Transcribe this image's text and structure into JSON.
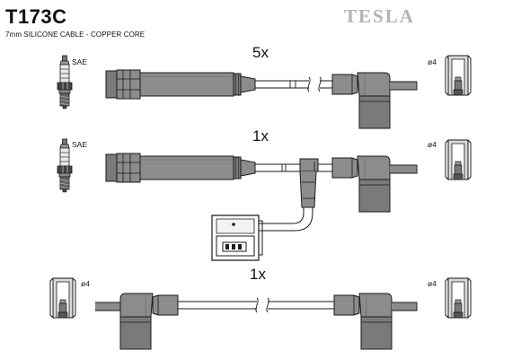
{
  "header": {
    "part_code": "T173C",
    "subtitle": "7mm SILICONE CABLE - COPPER CORE",
    "brand": "TESLA"
  },
  "rows": [
    {
      "quantity": "5x",
      "left_label": "SAE",
      "right_label": "ø4"
    },
    {
      "quantity": "1x",
      "left_label": "SAE",
      "right_label": "ø4"
    },
    {
      "quantity": "1x",
      "left_label": "ø4",
      "right_label": "ø4"
    }
  ],
  "colors": {
    "line": "#1a1a1a",
    "fill": "#8c8c8c",
    "fill_dark": "#6e6e6e",
    "brand": "#b3b3b3"
  }
}
